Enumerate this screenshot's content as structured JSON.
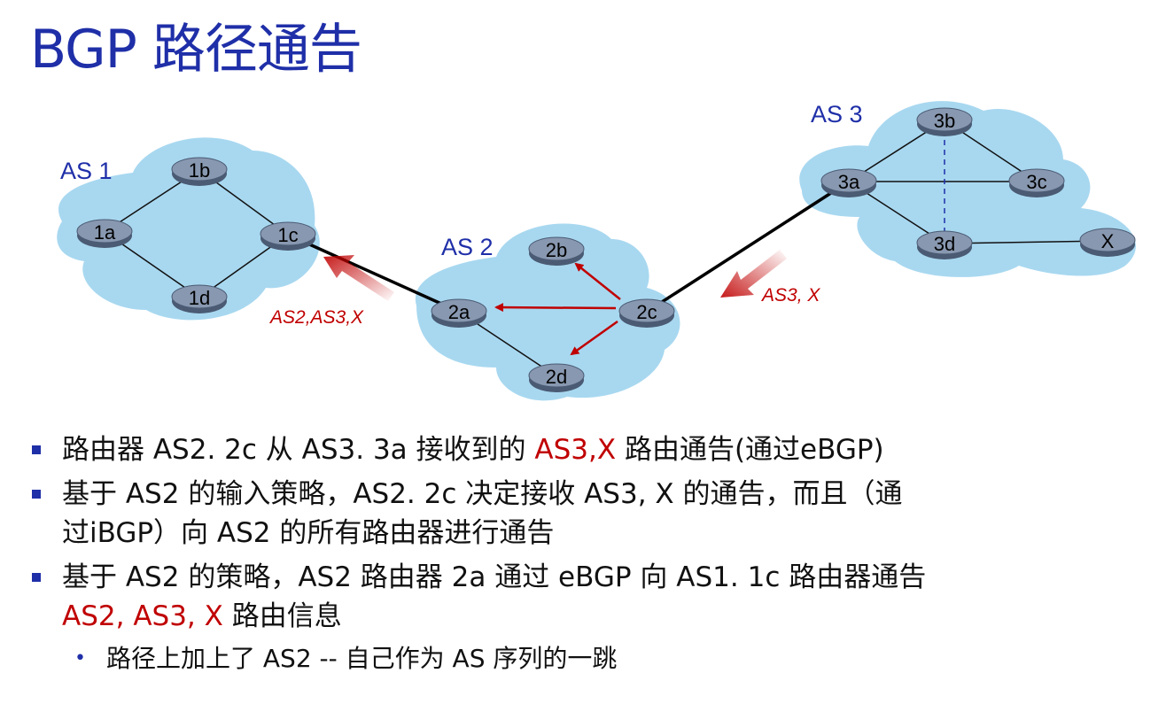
{
  "title": "BGP 路径通告",
  "as_labels": {
    "as1": "AS 1",
    "as2": "AS 2",
    "as3": "AS 3"
  },
  "routers": {
    "r1a": "1a",
    "r1b": "1b",
    "r1c": "1c",
    "r1d": "1d",
    "r2a": "2a",
    "r2b": "2b",
    "r2c": "2c",
    "r2d": "2d",
    "r3a": "3a",
    "r3b": "3b",
    "r3c": "3c",
    "r3d": "3d",
    "rx": "X"
  },
  "advertisements": {
    "left": "AS2,AS3,X",
    "right": "AS3, X"
  },
  "colors": {
    "title": "#1f2fa8",
    "as_cloud": "#a8d8f0",
    "router": "#6b7d96",
    "highlight": "#c00000"
  },
  "bullets": {
    "b1": {
      "pre": "路由器 AS2. 2c 从 AS3. 3a 接收到的 ",
      "red": "AS3,X",
      "post": " 路由通告(通过eBGP)"
    },
    "b2": {
      "line1": "基于 AS2 的输入策略，AS2. 2c 决定接收 AS3, X 的通告，而且（通",
      "line2": "过iBGP）向 AS2 的所有路由器进行通告"
    },
    "b3": {
      "line1": "基于 AS2 的策略，AS2 路由器 2a 通过 eBGP 向 AS1. 1c 路由器通告",
      "red": "AS2, AS3, X",
      "post": " 路由信息"
    },
    "sub": {
      "text": "路径上加上了 AS2 -- 自己作为 AS 序列的一跳"
    }
  }
}
